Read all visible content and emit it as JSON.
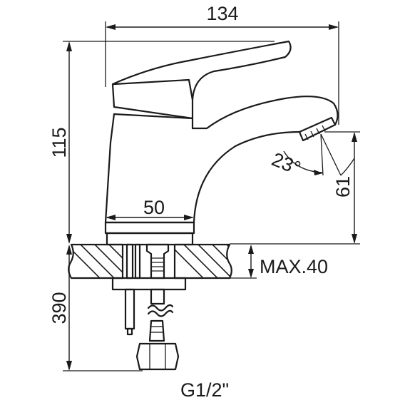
{
  "dimensions": {
    "width_top": "134",
    "height_left": "115",
    "base_width": "50",
    "angle": "23°",
    "outlet_height": "61",
    "max_thickness": "MAX.40",
    "hose_length": "390",
    "thread": "G1/2\""
  },
  "colors": {
    "line": "#1a1a1a",
    "background": "#ffffff"
  }
}
